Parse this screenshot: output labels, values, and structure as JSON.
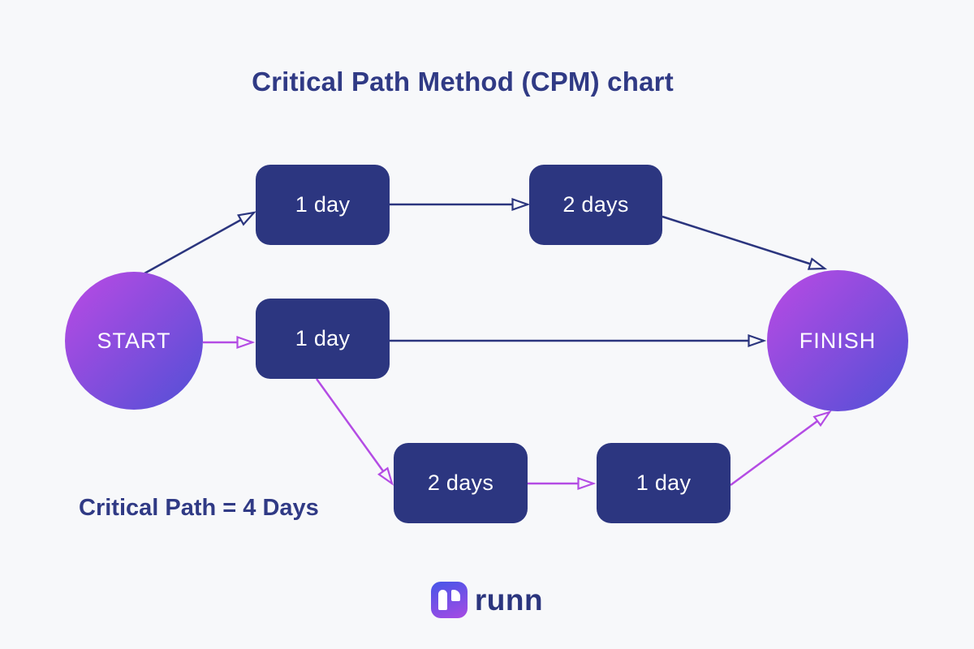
{
  "title": "Critical Path Method (CPM) chart",
  "caption": "Critical Path = 4 Days",
  "logo": {
    "text": "runn"
  },
  "colors": {
    "background": "#f7f8fa",
    "navy": "#2b357e",
    "magenta": "#b44ce4",
    "box_fill": "#2c3680",
    "circle_gradient_from": "#bb4ae4",
    "circle_gradient_to": "#5150d6"
  },
  "diagram": {
    "nodes": [
      {
        "id": "start",
        "type": "circle",
        "label": "START"
      },
      {
        "id": "task-top-1",
        "type": "box",
        "label": "1 day"
      },
      {
        "id": "task-top-2",
        "type": "box",
        "label": "2 days"
      },
      {
        "id": "task-mid-1",
        "type": "box",
        "label": "1 day"
      },
      {
        "id": "task-bottom-1",
        "type": "box",
        "label": "2 days"
      },
      {
        "id": "task-bottom-2",
        "type": "box",
        "label": "1 day"
      },
      {
        "id": "finish",
        "type": "circle",
        "label": "FINISH"
      }
    ],
    "edges": [
      {
        "from": "start",
        "to": "task-top-1",
        "color": "navy"
      },
      {
        "from": "task-top-1",
        "to": "task-top-2",
        "color": "navy"
      },
      {
        "from": "task-top-2",
        "to": "finish",
        "color": "navy"
      },
      {
        "from": "start",
        "to": "task-mid-1",
        "color": "magenta"
      },
      {
        "from": "task-mid-1",
        "to": "finish",
        "color": "navy"
      },
      {
        "from": "task-mid-1",
        "to": "task-bottom-1",
        "color": "magenta"
      },
      {
        "from": "task-bottom-1",
        "to": "task-bottom-2",
        "color": "magenta"
      },
      {
        "from": "task-bottom-2",
        "to": "finish",
        "color": "magenta"
      }
    ],
    "critical_path_days": 4
  }
}
